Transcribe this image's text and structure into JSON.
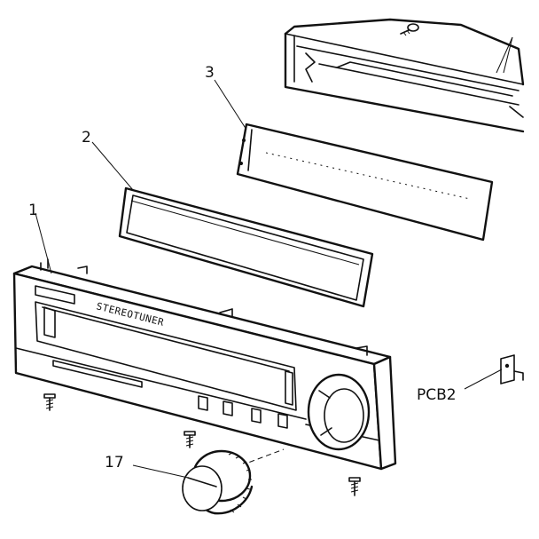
{
  "callouts": {
    "part_1": "1",
    "part_2": "2",
    "part_3": "3",
    "part_17": "17",
    "pcb2": "PCB2"
  },
  "panel": {
    "brand_text": "STEREOTUNER"
  }
}
